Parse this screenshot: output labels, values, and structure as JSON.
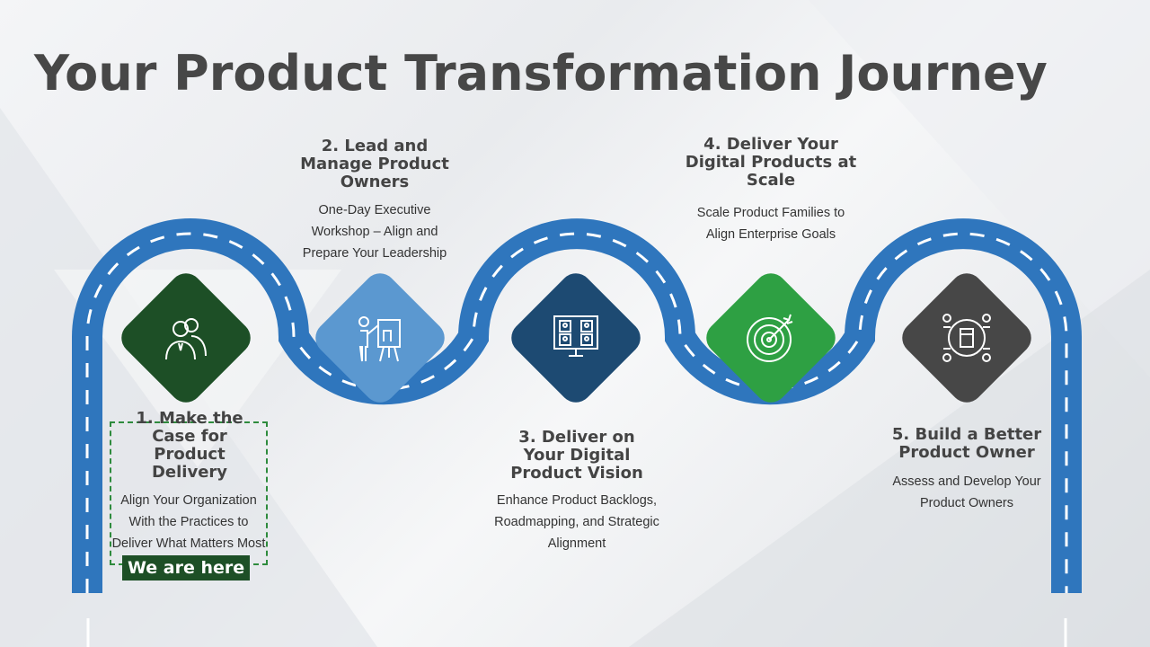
{
  "title": "Your Product Transformation Journey",
  "colors": {
    "road": "#2f76bd",
    "road_dash": "#ffffff",
    "step1": "#1d4f26",
    "step2": "#5b98d0",
    "step3": "#1d4a72",
    "step4": "#2ea043",
    "step5": "#474747",
    "title": "#474747"
  },
  "steps": [
    {
      "title": "1. Make the Case for Product Delivery",
      "description": "Align Your Organization With the Practices to Deliver What Matters Most",
      "icon": "team-icon"
    },
    {
      "title": "2. Lead and Manage Product Owners",
      "description": "One-Day Executive Workshop – Align and Prepare Your Leadership",
      "icon": "presenter-icon"
    },
    {
      "title": "3. Deliver on Your Digital Product Vision",
      "description": "Enhance Product Backlogs, Roadmapping, and Strategic Alignment",
      "icon": "monitor-board-icon"
    },
    {
      "title": "4. Deliver Your Digital Products at Scale",
      "description": "Scale Product Families to Align Enterprise Goals",
      "icon": "target-icon"
    },
    {
      "title": "5. Build a Better Product Owner",
      "description": "Assess and Develop Your Product Owners",
      "icon": "product-network-icon"
    }
  ],
  "marker": {
    "label": "We are here"
  }
}
